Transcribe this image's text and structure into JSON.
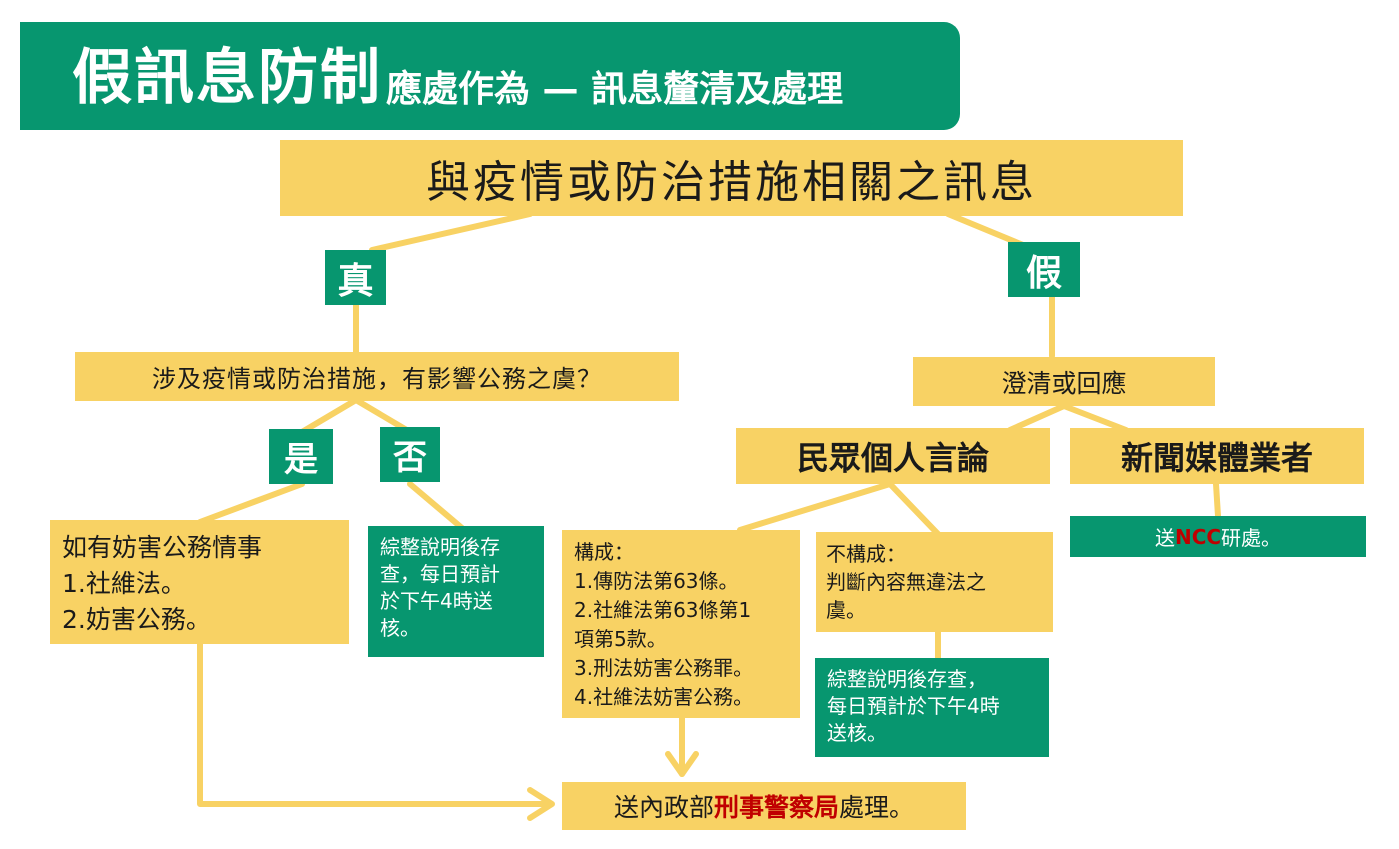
{
  "header": {
    "main": "假訊息防制",
    "sub": "應處作為 — 訊息釐清及處理"
  },
  "top_box": "與疫情或防治措施相關之訊息",
  "branch_true": {
    "label": "真",
    "question": "涉及疫情或防治措施，有影響公務之虞？",
    "yes_label": "是",
    "no_label": "否",
    "yes_box": "如有妨害公務情事\n1.社維法。\n2.妨害公務。",
    "no_box": "綜整說明後存\n查，每日預計\n於下午4時送\n核。"
  },
  "branch_false": {
    "label": "假",
    "clarify": "澄清或回應",
    "public_speech": "民眾個人言論",
    "media": "新聞媒體業者",
    "media_action_pre": "送",
    "media_action_em": "NCC",
    "media_action_post": "研處。",
    "constitutes_box": "構成：\n1.傳防法第63條。\n2.社維法第63條第1\n項第5款。\n3.刑法妨害公務罪。\n4.社維法妨害公務。",
    "not_constitutes_box": "不構成：\n判斷內容無違法之\n虞。",
    "not_constitutes_action": "綜整說明後存查，\n每日預計於下午4時\n送核。"
  },
  "final": {
    "pre": "送內政部",
    "em": "刑事警察局",
    "post": "處理。"
  },
  "colors": {
    "green": "#07966f",
    "yellow": "#f8d264",
    "emphasis_red": "#c00000"
  }
}
